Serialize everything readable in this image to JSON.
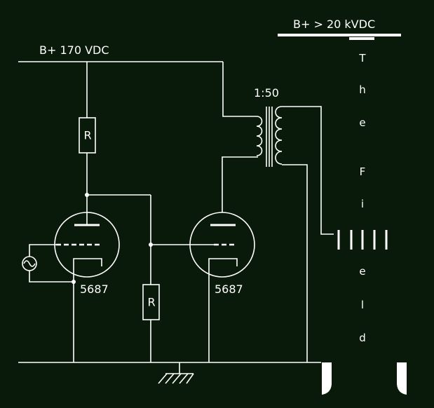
{
  "supply": {
    "low_voltage": "B+ 170 VDC",
    "high_voltage": "B+ > 20 kVDC"
  },
  "transformer": {
    "ratio": "1:50"
  },
  "tubes": {
    "left": "5687",
    "right": "5687"
  },
  "resistors": {
    "plate_load": "R",
    "grid_leak": "R"
  },
  "field_letters": [
    "T",
    "h",
    "e",
    "F",
    "i",
    "e",
    "l",
    "d"
  ],
  "colors": {
    "background": "#0a1a0a",
    "lines": "#ffffff"
  }
}
